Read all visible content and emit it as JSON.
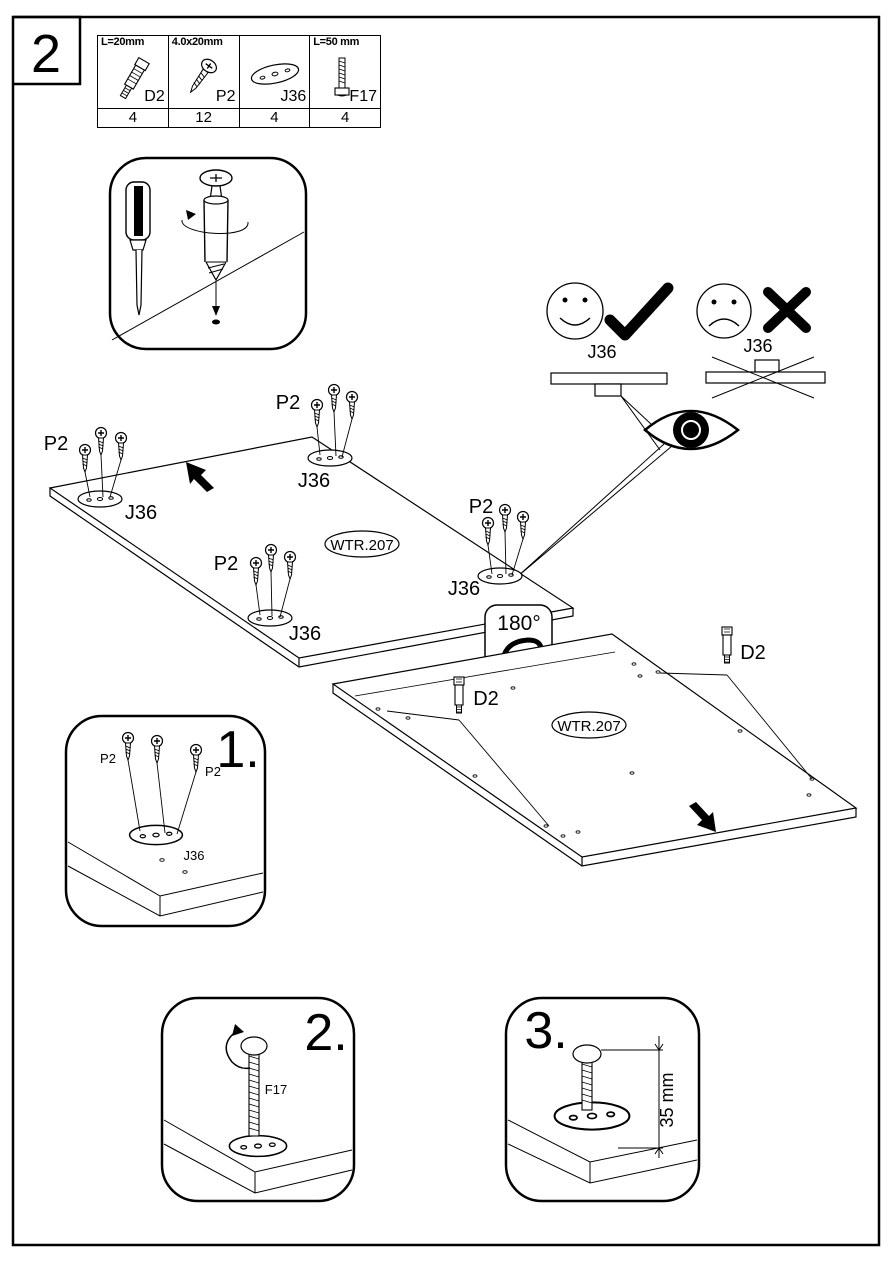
{
  "step": {
    "number": "2"
  },
  "parts": [
    {
      "size": "L=20mm",
      "code": "D2",
      "qty": "4",
      "icon": "cam-dowel-icon"
    },
    {
      "size": "4.0x20mm",
      "code": "P2",
      "qty": "12",
      "icon": "screw-icon"
    },
    {
      "size": "",
      "code": "J36",
      "qty": "4",
      "icon": "plate-icon"
    },
    {
      "size": "L=50 mm",
      "code": "F17",
      "qty": "4",
      "icon": "leveler-bolt-icon"
    }
  ],
  "orientation": {
    "correct_label": "J36",
    "wrong_label": "J36"
  },
  "panel": {
    "code_top": "WTR.207",
    "code_bottom": "WTR.207"
  },
  "labels": {
    "p2": "P2",
    "j36": "J36",
    "d2": "D2",
    "f17": "F17",
    "rotate": "180°",
    "dimension": "35 mm"
  },
  "substeps": {
    "s1": "1.",
    "s2": "2.",
    "s3": "3."
  }
}
